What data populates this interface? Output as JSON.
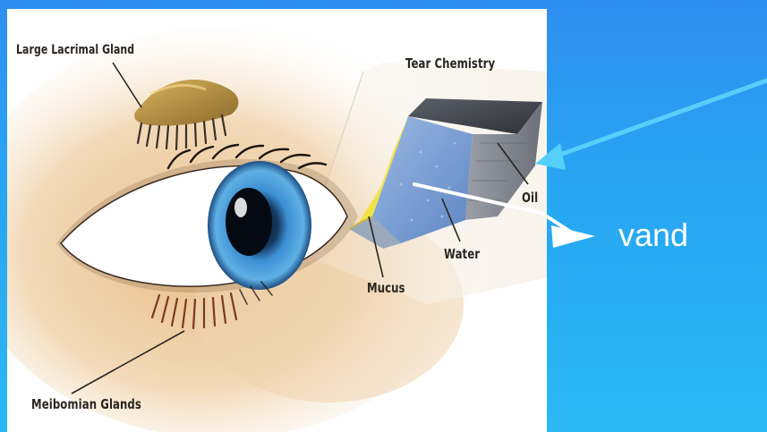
{
  "diagram": {
    "labels": {
      "lacrimal_gland": "Large Lacrimal Gland",
      "tear_chemistry": "Tear Chemistry",
      "oil": "Oil",
      "water": "Water",
      "mucus": "Mucus",
      "meibomian_glands": "Meibomian Glands"
    }
  },
  "annotation": {
    "text": "vand"
  },
  "colors": {
    "slide_background": "#2a9ff2",
    "annotation_arrow": "#ffffff",
    "pointer_arrow": "#56d0fa",
    "skin_tone": "#e8c79a",
    "iris": "#3f8fd0",
    "mucus_layer": "#f2e34a",
    "water_layer": "#7ea7d8",
    "oil_layer": "#8c8f96"
  }
}
